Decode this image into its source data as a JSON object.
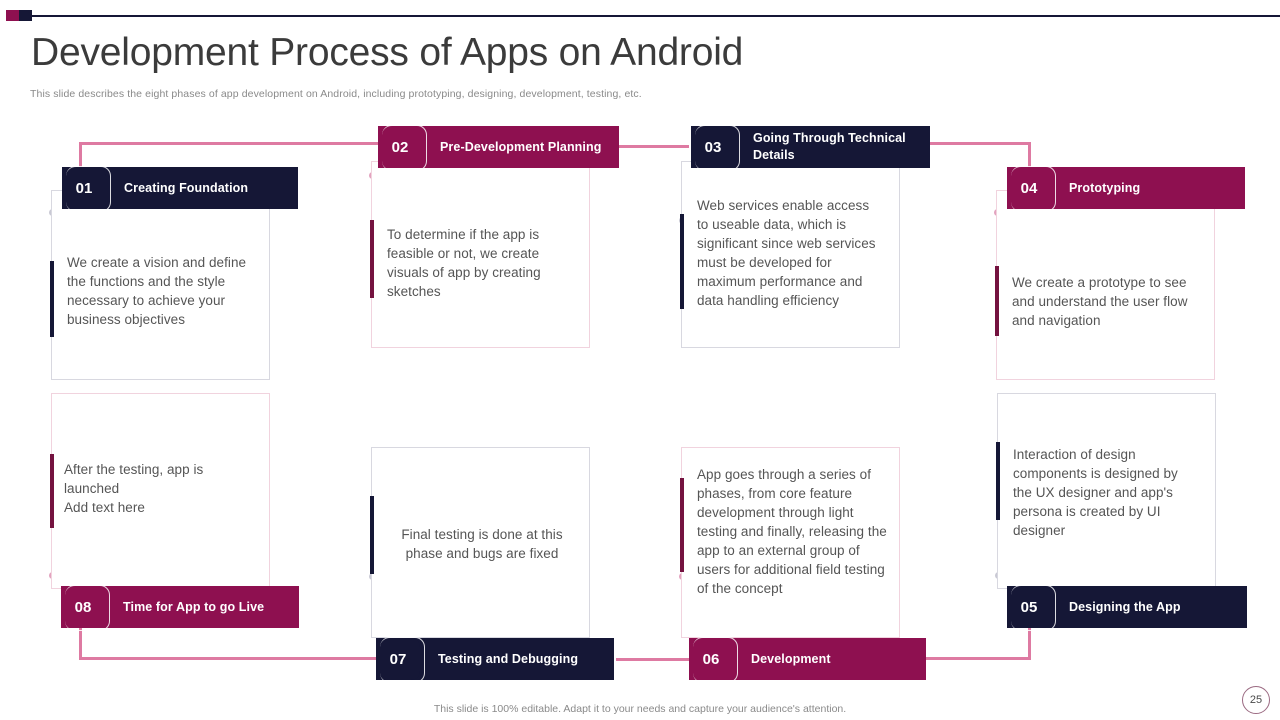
{
  "header": {
    "title": "Development Process of Apps on Android",
    "subtitle": "This slide describes the eight phases of app development on Android, including prototyping, designing, development, testing, etc."
  },
  "footer": {
    "note": "This slide is 100% editable. Adapt it to your needs and capture your audience's attention.",
    "page_number": "25"
  },
  "colors": {
    "dark": "#151736",
    "magenta": "#8E1050",
    "connector": "#DE7AA2",
    "rail": "#EFC7D6",
    "body_text": "#555555"
  },
  "steps": [
    {
      "number": "01",
      "title": "Creating Foundation",
      "theme": "dark",
      "text": "We create a vision and define the functions and the style necessary to achieve your business objectives"
    },
    {
      "number": "02",
      "title": "Pre-Development Planning",
      "theme": "magenta",
      "text": "To determine if the app is feasible or not, we create visuals of app by creating sketches"
    },
    {
      "number": "03",
      "title": "Going Through Technical Details",
      "theme": "dark",
      "text": "Web services enable access to useable data, which is significant since web services must be developed for maximum performance and data handling efficiency"
    },
    {
      "number": "04",
      "title": "Prototyping",
      "theme": "magenta",
      "text": "We create a prototype to see and understand the user flow and navigation"
    },
    {
      "number": "05",
      "title": "Designing the App",
      "theme": "dark",
      "text": "Interaction of design components is designed by the UX designer and app's persona is created by UI designer"
    },
    {
      "number": "06",
      "title": "Development",
      "theme": "magenta",
      "text": "App goes through a series of phases, from core feature development through light testing and finally, releasing the app to an external group of users for additional field testing of the concept"
    },
    {
      "number": "07",
      "title": "Testing and Debugging",
      "theme": "dark",
      "text": "Final testing is done at this phase and bugs are fixed"
    },
    {
      "number": "08",
      "title": "Time for App to go Live",
      "theme": "magenta",
      "text": "After the testing, app is launched\nAdd text here"
    }
  ]
}
